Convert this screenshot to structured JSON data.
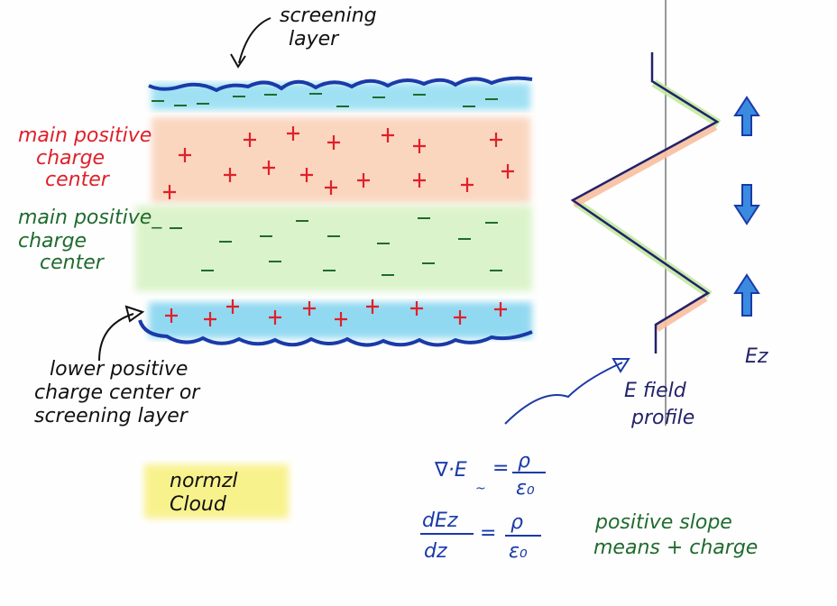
{
  "labels": {
    "screening_top_1": "screening",
    "screening_top_2": "layer",
    "main_pos_1": "main positive",
    "main_pos_2": "charge",
    "main_pos_3": "center",
    "main_neg_1": "main positive_",
    "main_neg_2": "charge",
    "main_neg_3": "center",
    "lower_1": "lower positive",
    "lower_2": "charge center or",
    "lower_3": "screening layer",
    "normal_1": "normzl",
    "normal_2": "Cloud",
    "efield_1": "E field",
    "efield_2": "profile",
    "ez": "Ez"
  },
  "equations": {
    "gauss_lhs": "∇·E",
    "gauss_tilde": "~",
    "eq": "=",
    "rho": "ρ",
    "eps": "ε₀",
    "deriv_num": "dEz",
    "deriv_den": "dz",
    "eq2": "=",
    "rho2": "ρ",
    "eps2": "ε₀"
  },
  "note": {
    "line1": "positive slope",
    "line2": "means + charge"
  },
  "colors": {
    "red": "#e0202a",
    "green": "#1f6b2e",
    "blue": "#1a2a9c",
    "navy": "#22226b",
    "cyan": "#6fd0ee",
    "orange": "#f6b48f",
    "lightgreen": "#c7eeb0",
    "yellow": "#f8f07a"
  }
}
